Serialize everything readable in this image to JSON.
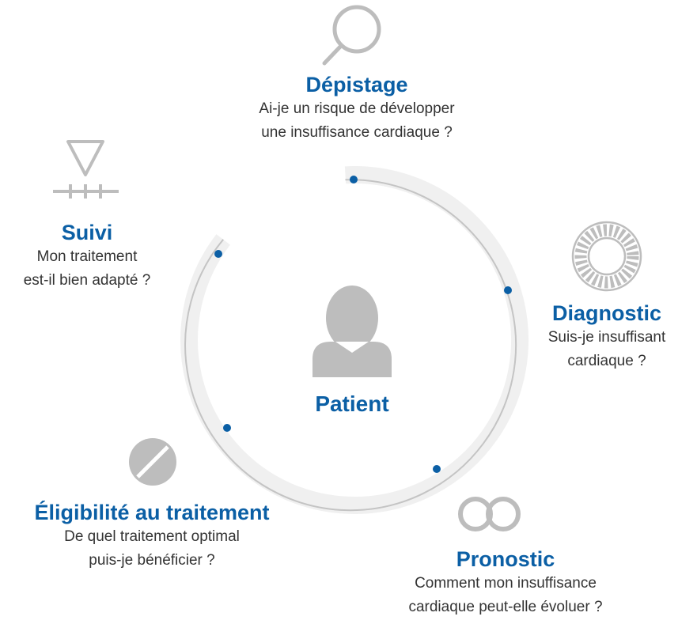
{
  "colors": {
    "accent": "#0b5fa5",
    "text": "#333333",
    "icon": "#bdbdbd",
    "ring_bg": "#f0f0f0",
    "ring_line": "#c4c4c4"
  },
  "center": {
    "label": "Patient",
    "icon": "person-icon"
  },
  "steps": [
    {
      "title": "Dépistage",
      "desc_line1": "Ai-je un risque de développer",
      "desc_line2": "une insuffisance cardiaque ?",
      "icon": "magnifier-icon"
    },
    {
      "title": "Diagnostic",
      "desc_line1": "Suis-je insuffisant",
      "desc_line2": "cardiaque ?",
      "icon": "gear-ring-icon"
    },
    {
      "title": "Pronostic",
      "desc_line1": "Comment mon insuffisance",
      "desc_line2": "cardiaque peut-elle évoluer ?",
      "icon": "linked-rings-icon"
    },
    {
      "title": "Éligibilité au traitement",
      "desc_line1": "De quel traitement optimal",
      "desc_line2": "puis-je bénéficier ?",
      "icon": "pill-icon"
    },
    {
      "title": "Suivi",
      "desc_line1": "Mon traitement",
      "desc_line2": "est-il bien adapté ?",
      "icon": "triangle-scale-icon"
    }
  ]
}
